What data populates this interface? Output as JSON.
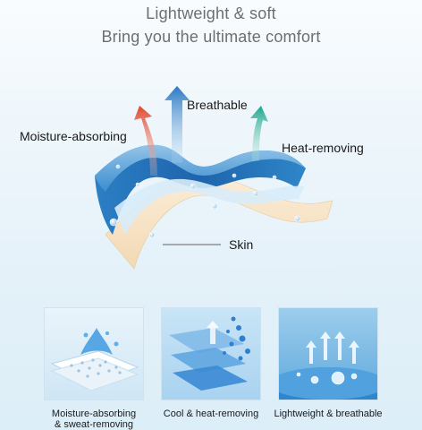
{
  "header": {
    "line1": "Lightweight & soft",
    "line2": "Bring you the ultimate comfort"
  },
  "hero": {
    "labels": {
      "moisture": "Moisture-absorbing",
      "breathable": "Breathable",
      "heat": "Heat-removing",
      "skin": "Skin"
    }
  },
  "panels": [
    {
      "caption_line1": "Moisture-absorbing",
      "caption_line2": "& sweat-removing"
    },
    {
      "caption_line1": "Cool & heat-removing",
      "caption_line2": ""
    },
    {
      "caption_line1": "Lightweight & breathable",
      "caption_line2": ""
    }
  ],
  "colors": {
    "fabric_blue": "#1f6fb4",
    "skin_beige": "#f7e3c6",
    "arrow_red": "#e0472c",
    "arrow_blue": "#2a78c4",
    "arrow_green": "#1aa58c"
  }
}
